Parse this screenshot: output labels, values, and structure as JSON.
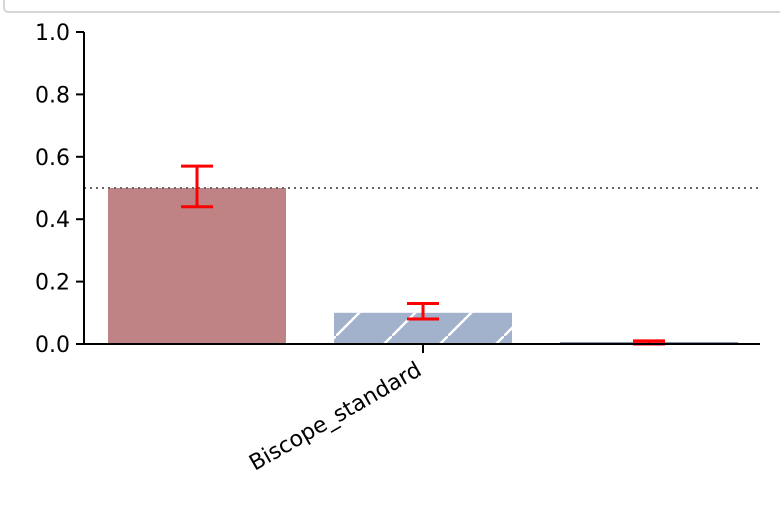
{
  "chart_data": {
    "type": "bar",
    "categories": [
      "Biscope_standard"
    ],
    "bars": [
      {
        "value": 0.5,
        "error_low": 0.44,
        "error_high": 0.57,
        "color": "#bf8386",
        "hatch": false
      },
      {
        "value": 0.1,
        "error_low": 0.08,
        "error_high": 0.13,
        "color": "#a2b1cc",
        "hatch": true
      },
      {
        "value": 0.005,
        "error_low": 0.0,
        "error_high": 0.01,
        "color": "#2c3b6b",
        "hatch": false
      }
    ],
    "reference_line": {
      "y": 0.5,
      "style": "dotted",
      "color": "#666666"
    },
    "error_bar_color": "#ff0000",
    "yticks": [
      "0.0",
      "0.2",
      "0.4",
      "0.6",
      "0.8",
      "1.0"
    ],
    "ylim": [
      0,
      1.0
    ],
    "xlabel": "",
    "ylabel": "",
    "title": "",
    "grid": false,
    "legend": "top (partially visible)"
  }
}
